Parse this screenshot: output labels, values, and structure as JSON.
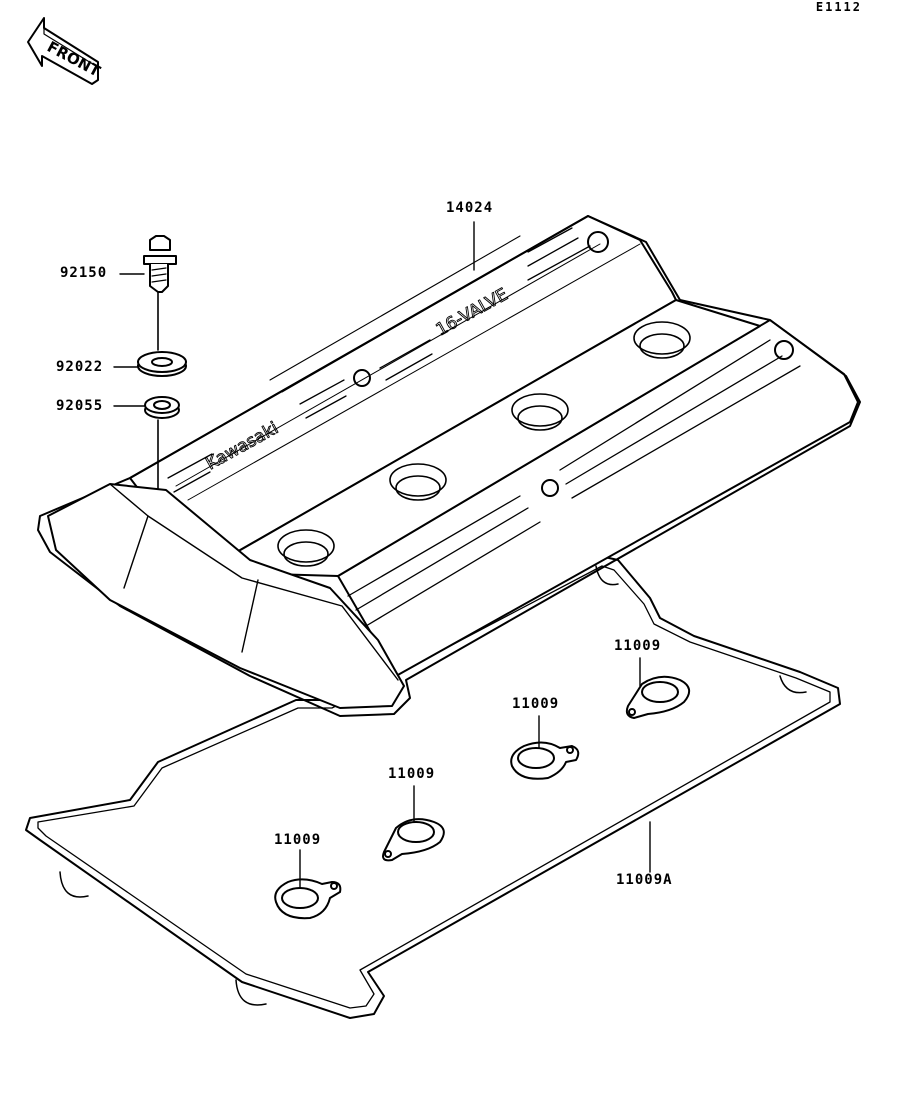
{
  "diagram_id": "E1112",
  "front_arrow": {
    "text": "FRONT"
  },
  "cover_text": {
    "brand": "Kawasaki",
    "model": "16-VALVE"
  },
  "part_labels": {
    "cover": "14024",
    "bolt": "92150",
    "washer": "92022",
    "grommet": "92055",
    "plug_gasket_1": "11009",
    "plug_gasket_2": "11009",
    "plug_gasket_3": "11009",
    "plug_gasket_4": "11009",
    "cover_gasket": "11009A"
  }
}
